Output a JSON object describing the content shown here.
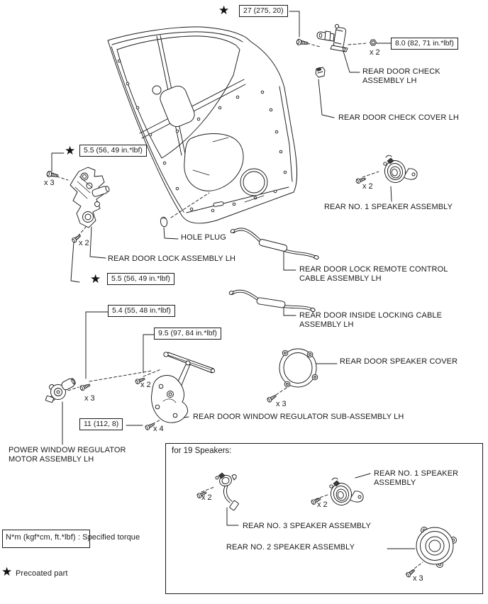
{
  "legend": {
    "star_glyph": "★",
    "torque_line": "N*m (kgf*cm, ft.*lbf) : Specified torque",
    "precoated": "Precoated part"
  },
  "torque_specs": {
    "door_check_bracket": "27 (275, 20)",
    "door_check_nut": "8.0 (82, 71 in.*lbf)",
    "lock_frame_bolt": "5.5 (56, 49 in.*lbf)",
    "lock_edge_screw": "5.5 (56, 49 in.*lbf)",
    "motor_screw": "5.4 (55, 48 in.*lbf)",
    "regulator_upper_screw": "9.5 (97, 84 in.*lbf)",
    "regulator_lower_bolt": "11 (112, 8)"
  },
  "labels": {
    "door_check_assembly": "REAR DOOR CHECK ASSEMBLY LH",
    "door_check_cover": "REAR DOOR CHECK COVER LH",
    "rear_no1_speaker": "REAR NO. 1 SPEAKER ASSEMBLY",
    "hole_plug": "HOLE PLUG",
    "door_lock_assembly": "REAR DOOR LOCK ASSEMBLY LH",
    "lock_remote_cable": "REAR DOOR LOCK REMOTE CONTROL CABLE ASSEMBLY LH",
    "inside_locking_cable": "REAR DOOR INSIDE LOCKING CABLE ASSEMBLY LH",
    "speaker_cover": "REAR DOOR SPEAKER COVER",
    "window_regulator": "REAR DOOR WINDOW REGULATOR SUB-ASSEMBLY LH",
    "power_window_motor": "POWER WINDOW REGULATOR MOTOR ASSEMBLY LH",
    "inset_no1_speaker": "REAR NO. 1 SPEAKER ASSEMBLY",
    "inset_no3_speaker": "REAR NO. 3 SPEAKER ASSEMBLY",
    "inset_no2_speaker": "REAR NO. 2 SPEAKER ASSEMBLY"
  },
  "counts": {
    "door_check_nut": "x 2",
    "speaker1": "x 2",
    "lock_frame_bolt": "x 3",
    "lock_edge_screw": "x 2",
    "motor_screw": "x 3",
    "regulator_upper_screw": "x 2",
    "regulator_lower_bolt": "x 4",
    "speaker_cover_screw": "x 3",
    "inset_no3_screw": "x 2",
    "inset_no1_screw": "x 2",
    "inset_no2_screw": "x 3"
  },
  "inset": {
    "title": "for 19 Speakers:"
  }
}
